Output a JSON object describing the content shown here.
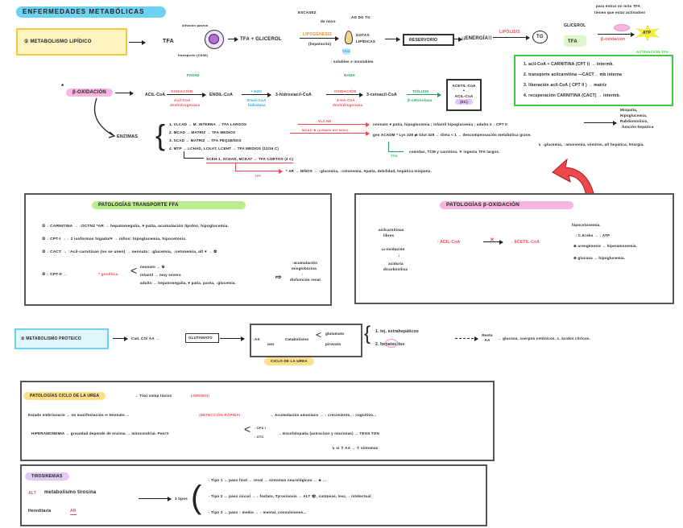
{
  "title": "ENFERMEDADES METABÓLICAS",
  "colors": {
    "title_pill": "#6fd0ef",
    "lipid_box": "#fff5c0",
    "activation_box": "#3fc93f",
    "oxidation_red": "#f0474f",
    "green": "#1f9e55",
    "pink": "#f7b5e0",
    "urea_pill": "#ffe08a",
    "tyrosine_pill": "#e3c8f5",
    "protein_box": "#dff6fb"
  },
  "lipid": {
    "label": "① METABOLISMO LIPÍDICO",
    "tfa": "TFA",
    "passive": "difusión pasiva",
    "transport": "transporte (CD36)",
    "tfa_glycerol": "TFA + GLICEROL",
    "scarcity": "ESCASEZ",
    "de_novo": "de novo",
    "lipogenesis": "LIPOGÉNESIS",
    "hepatocyte": "(hepatocito)",
    "ag_dg_tg": "AG  DG  TG",
    "droplets": "GOTAS LIPÍDICAS",
    "tag": "TAG",
    "soluble": "↑ solubles e insolubles",
    "reservoir": "RESERVORIO",
    "energy": "¡¡ENERGÍA!!",
    "lipolysis": "LIPÓLISIS",
    "tg": "TG",
    "glycerol": "GLICEROL",
    "tfa2": "TFA",
    "note": "para entrar en mito TFA",
    "note2": "tienen que estar activados!",
    "beta_ox": "β-oxidación",
    "atp": "ATP",
    "activation_title": "ACTIVACIÓN TFA",
    "activation_steps": [
      "1. acil-CoA  +  CARNITINA  (CPT I) → intermb.",
      "2. transporte  acilcarnitina  —CACT→  mb interna",
      "3. liberación  acil-CoA  ( CPT II ) → matriz",
      "4. recuperación  CARNITINA  (CACT) → intermb."
    ]
  },
  "beta": {
    "label": "β-OXIDACIÓN",
    "acyl": "ACIL-CoA",
    "fadh2": "FADH2",
    "ox1": "OXIDACIÓN",
    "enz1": "Acil-CoA",
    "enz1b": "deshidrogenasa",
    "enoyl": "ENOIL-CoA",
    "h2o": "+ H2O",
    "enz2": "Enoil-CoA",
    "enz2b": "hidratasa",
    "hydroxy": "3-hidroxiacil-CoA",
    "nadh": "NADH",
    "ox2": "OXIDACIÓN",
    "enz3": "3-HA-CoA",
    "enz3b": "deshidrogenasa",
    "keto": "3-cetoacil-CoA",
    "thiolysis": "TIÓLISIS",
    "thiolase": "β-cetotiolasa",
    "product1": "ACETIL-CoA",
    "plus": "+",
    "product2": "ACIL-CoA",
    "product3": "(2C)"
  },
  "enzymes": {
    "label": "ENZIMAS",
    "rows": [
      "1. VLCAD  →  M. INTERNA  →  TFA LARGOS",
      "2. MCAD  →  MATRIZ  →  TFA MEDIOS",
      "3. SCAD  →  MATRIZ  →  TFA PEQUEÑOS",
      "4. MTP  →  LCHAD, LCKAT, LCEHT → TFA MEDIOS (12/16 C)",
      "SCEH-1, SCHAD, MCKAT → TFA CORTOS (4 C)"
    ],
    "vlcad": "VLCAD",
    "mcad": "MCAD ★ (cribado del talón)",
    "vlcad_result": "neonato ♥ patía, hipoglucemia ; infantil hipoglucemia ; adulto ≥ ↓ CPT II",
    "mcad_result": "gen ACADM *  Lys 329 ⇄ Glut 329 → dieta < 1 → descompensación metabólica grave.",
    "mcad_sub": "↳ ↓glucemia, ↑amonemia, vómitos, alt hepática, letargia.",
    "tto_label": "TTO",
    "tto": "comidas, TCM y carnitina.  ✕ ingesta TFA largos.",
    "tfp": "TFP",
    "tfp_result": "* AR → NIÑOS → ↓glucemia, ↓cetonemia, ♥patía, debilidad, hepática miopatía.",
    "vlcad_side": [
      "Miopatía,",
      "Hipoglucemia,",
      "Rabdomiolisis,",
      "↓función hepática"
    ]
  },
  "transport_path": {
    "title": "PATOLOGÍAS TRANSPORTE FFA",
    "items": [
      "① ↓ CARNITINA → ↓OCTN2 *AR → hepatomegalia, ♥ patía, acumulación lípidos, hipoglucemia.",
      "② ↓ CPT-I → ↓ 2 isoformas hígado/♥ → niños: hipoglucemia, hipocetosis.",
      "③ ↓ CACT → ↑Acil-carnitinas (no se unen) → neonato: ↓glucemia, ↓cetonemia, alt ♥ → ☢",
      "④ ↓ CPT-II →"
    ],
    "genetic": "* genética",
    "subtypes": [
      "neonato → ☢",
      "infantil → muy severa",
      "adulto → hepatomegalia, ♥ patía, paréa, ↓glucemia."
    ],
    "result": [
      "↑acumulación",
      "miogloburina",
      "↓",
      "disfunción renal"
    ]
  },
  "beta_path": {
    "title": "PATOLOGÍAS β-OXIDACIÓN",
    "left": [
      "acilcarnitinas",
      "libres"
    ],
    "omega": "ω-oxidación",
    "aciduria": [
      "aciduria",
      "dicarboxílica"
    ],
    "acyl": "↑ ACIL-CoA",
    "acetyl": "↓ ACETIL-CoA",
    "results": [
      "hipocetonemia.",
      "↓ C.Krebs → ↓ ATP",
      "⊗ ureogénesis → hiperamonemia.",
      "⊗ glucosa → hipoglucemia."
    ]
  },
  "protein": {
    "label": "② METABOLISMO PROTEICO",
    "step1": "Cad. CO/ AA →",
    "glutamate": "GLUTAMATO",
    "aa": "AA",
    "nh3": "NH3",
    "cycle_inner": "Catabolismo",
    "products": [
      "glutamato",
      "piruvato"
    ],
    "cycle_label": "CICLO DE LA UREA",
    "dest1": "1. tej. extrahepáticos",
    "dest2": "2.  hepatocitos",
    "rest": "Resto AA",
    "rest_result": "→ glucosa, cuerpos cetónicos, c. ácidos cítricos."
  },
  "urea": {
    "title": "PATOLOGÍAS CICLO DE LA UREA",
    "after_title": "→ Tóxi comp tóxico",
    "ammonia": "(AMONIO)",
    "line1": "Estado embrionario → no manifestación  ⇨  Neonato  →",
    "detect": "¡DETECCIÓN RÁPIDA!",
    "line1b": "→ Acumulación amoniaco → ↓ crecimiento, ↓ cognitivo...",
    "line2": "HIPERAMONEMIA → gravedad depende de enzima → mitocondrial. Peor!!",
    "enz": [
      "↓ CPS I",
      "↓ OTC"
    ],
    "line2b": "→ Encefalopatía (astrocitos y neuronas) → TEOS TON",
    "line3": "↳ si ⇧ AA → ⇧ síntomas"
  },
  "tyrosine": {
    "title": "TIROSINEMIAS",
    "line1": "metabolismo tirosina",
    "alt": "ALT",
    "line2": "Hereditaria",
    "ar": "AR",
    "types_label": "3 tipos",
    "types": [
      "· Tipo 1 → paso final → renal → síntomas neurológicos → ★ ...",
      "· Tipo 2 → paso inicial → ↓ fosfato, Tyrosinosis → ALT 👁, cutáneas, lesc, ↓ intelectual.",
      "· Tipo 3 → paso ↑ medio → ↓ mental, convulsiones..."
    ]
  }
}
